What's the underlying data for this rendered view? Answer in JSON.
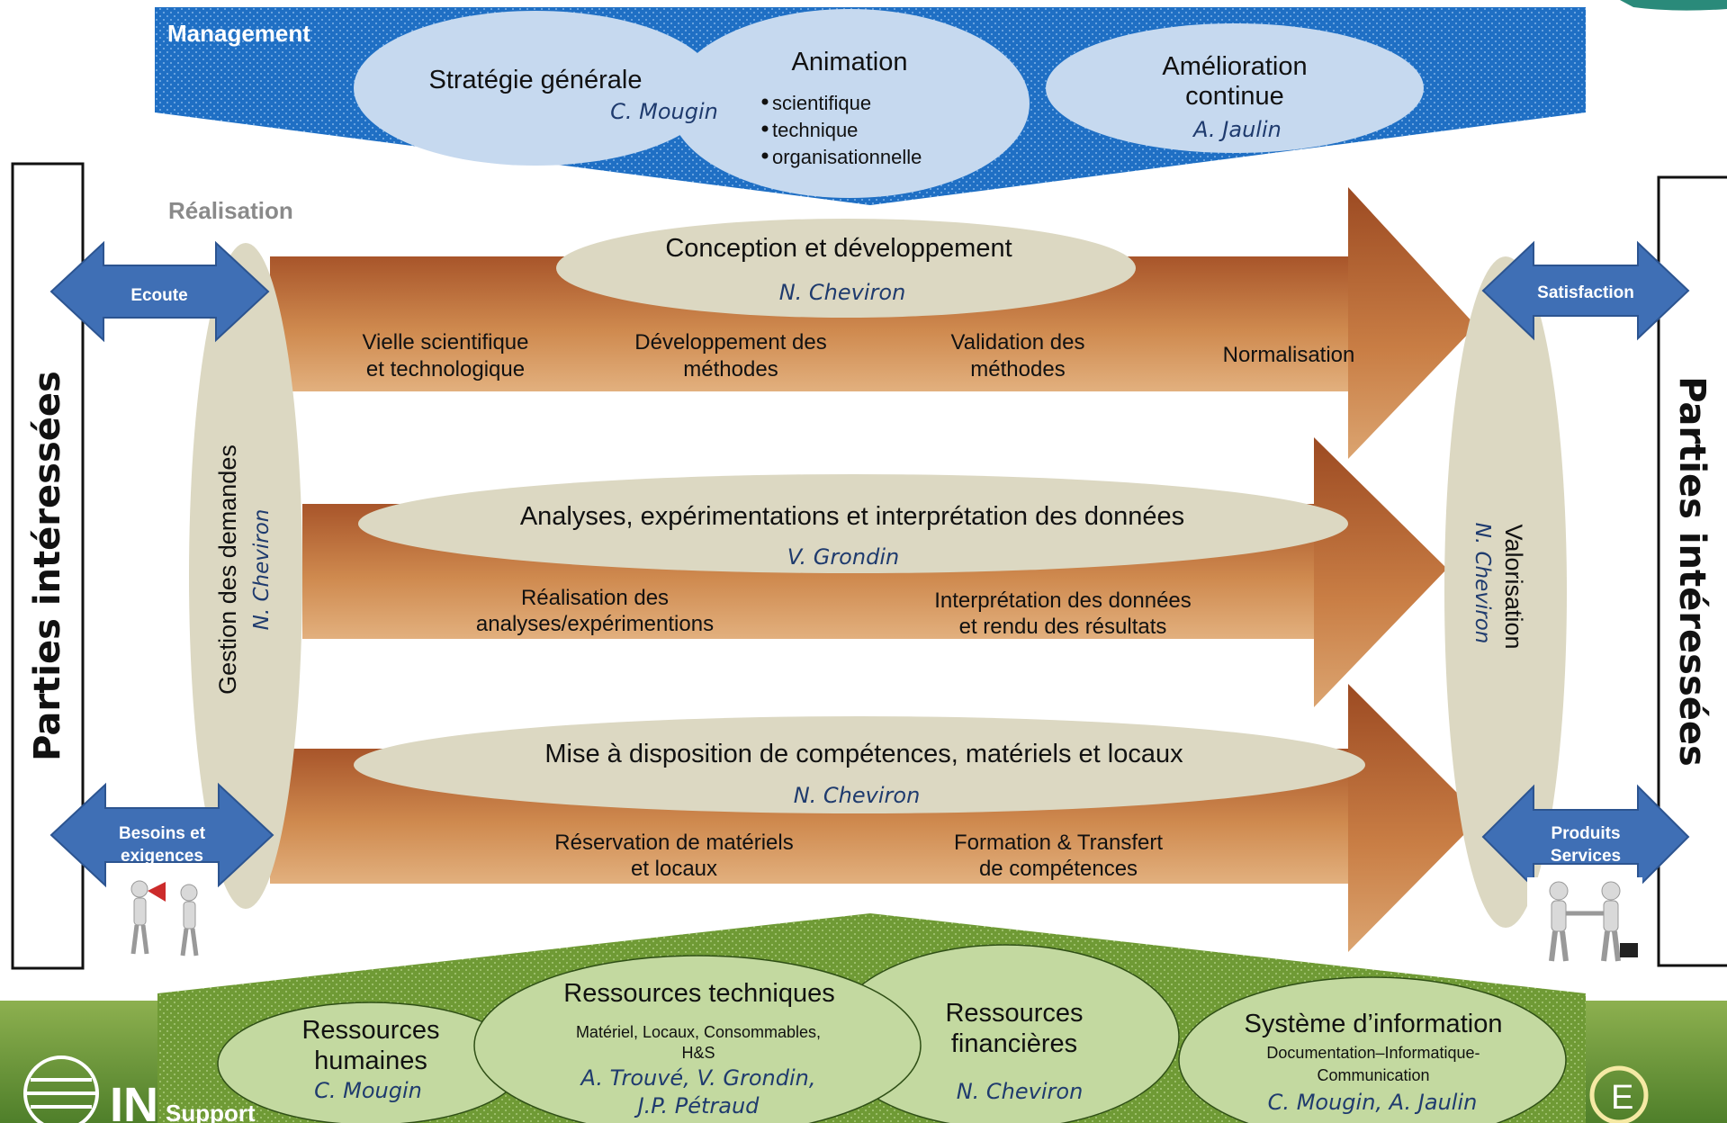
{
  "management": {
    "label": "Management",
    "strategie": {
      "title": "Stratégie générale",
      "person": "C. Mougin"
    },
    "animation": {
      "title": "Animation",
      "items": [
        "scientifique",
        "technique",
        "organisationnelle"
      ]
    },
    "amelioration": {
      "title_line1": "Amélioration",
      "title_line2": "continue",
      "person": "A. Jaulin"
    }
  },
  "realisation": {
    "label": "Réalisation",
    "gestion": {
      "title": "Gestion des demandes",
      "person": "N. Cheviron"
    },
    "valorisation": {
      "title": "Valorisation",
      "person": "N. Cheviron"
    },
    "conception": {
      "title": "Conception et développement",
      "person": "N. Cheviron",
      "steps": [
        {
          "line1": "Vielle scientifique",
          "line2": "et technologique"
        },
        {
          "line1": "Développement des",
          "line2": "méthodes"
        },
        {
          "line1": "Validation des",
          "line2": "méthodes"
        },
        {
          "line1": "Normalisation",
          "line2": ""
        }
      ]
    },
    "analyses": {
      "title": "Analyses, expérimentations et interprétation des données",
      "person": "V. Grondin",
      "steps": [
        {
          "line1": "Réalisation des",
          "line2": "analyses/expérimentions"
        },
        {
          "line1": "Interprétation des données",
          "line2": "et rendu des résultats"
        }
      ]
    },
    "mise": {
      "title": "Mise à disposition de compétences, matériels et locaux",
      "person": "N. Cheviron",
      "steps": [
        {
          "line1": "Réservation de matériels",
          "line2": "et locaux"
        },
        {
          "line1": "Formation & Transfert",
          "line2": "de compétences"
        }
      ]
    }
  },
  "parties": {
    "left": "Parties intéressées",
    "right": "Parties intéressées"
  },
  "arrows": {
    "ecoute": "Ecoute",
    "besoins_line1": "Besoins et",
    "besoins_line2": "exigences",
    "satisfaction": "Satisfaction",
    "produits_line1": "Produits",
    "produits_line2": "Services"
  },
  "support": {
    "label": "Support",
    "humaines": {
      "line1": "Ressources",
      "line2": "humaines",
      "person": "C. Mougin"
    },
    "techniques": {
      "title": "Ressources techniques",
      "sub1": "Matériel, Locaux, Consommables,",
      "sub2": "H&S",
      "person1": "A. Trouvé, V. Grondin,",
      "person2": "J.P. Pétraud"
    },
    "financieres": {
      "line1": "Ressources",
      "line2": "financières",
      "person": "N. Cheviron"
    },
    "information": {
      "title": "Système d’information",
      "sub1": "Documentation–Informatique-",
      "sub2": "Communication",
      "person": "C. Mougin, A. Jaulin"
    }
  },
  "logo": {
    "left_text": "IN",
    "right_text": "E"
  },
  "colors": {
    "management_blue": "#1f6fc4",
    "ellipse_blue": "#c6d9ef",
    "band_orange": "#c47a3f",
    "ellipse_beige": "#dcd8c2",
    "support_green": "#6f9a35",
    "ellipse_green": "#c3d9a0",
    "arrow_blue": "#3f6fb5"
  }
}
